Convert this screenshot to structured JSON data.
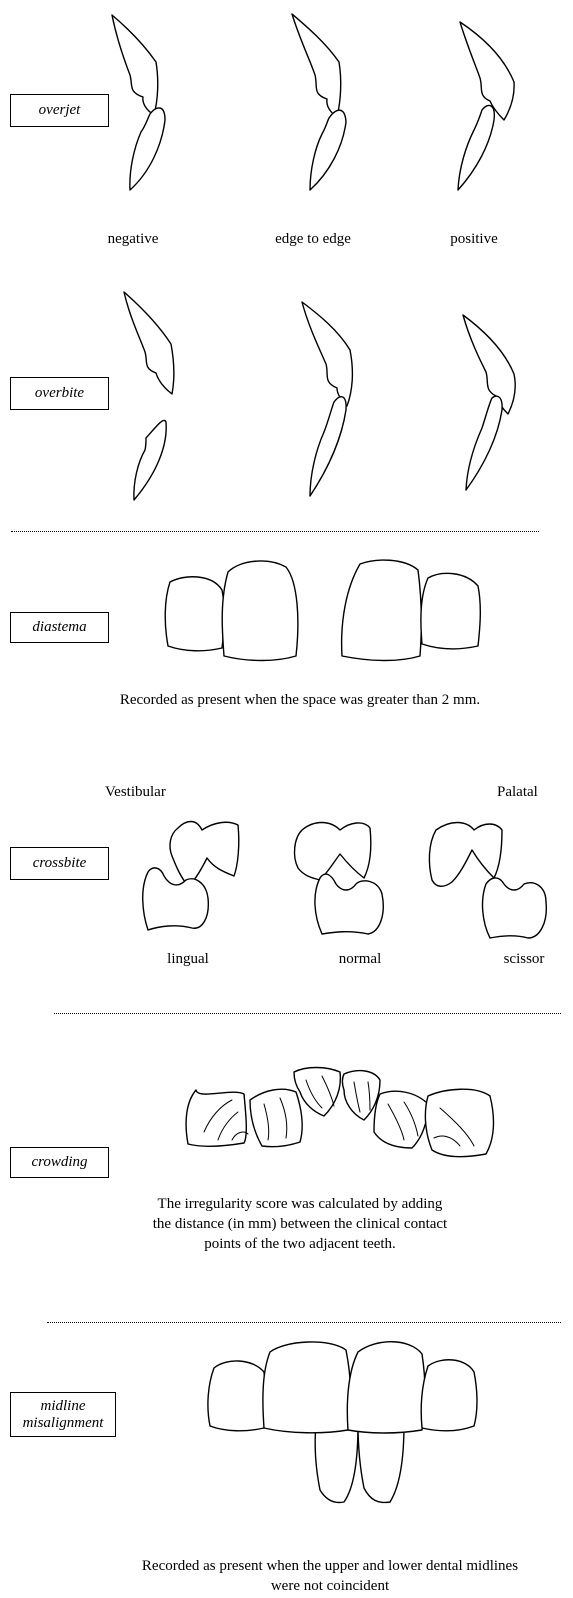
{
  "overjet": {
    "label": "overjet",
    "captions": [
      "negative",
      "edge to edge",
      "positive"
    ]
  },
  "overbite": {
    "label": "overbite"
  },
  "diastema": {
    "label": "diastema",
    "note": "Recorded as present when the space was greater than 2 mm."
  },
  "crossbite": {
    "label": "crossbite",
    "side_left": "Vestibular",
    "side_right": "Palatal",
    "captions": [
      "lingual",
      "normal",
      "scissor"
    ]
  },
  "crowding": {
    "label": "crowding",
    "note_lines": [
      "The irregularity score was calculated by adding",
      "the distance (in mm) between the clinical contact",
      "points of the two adjacent teeth."
    ]
  },
  "midline": {
    "label_lines": [
      "midline",
      "misalignment"
    ],
    "note_lines": [
      "Recorded as present when the upper and lower dental midlines",
      "were not coincident"
    ]
  }
}
